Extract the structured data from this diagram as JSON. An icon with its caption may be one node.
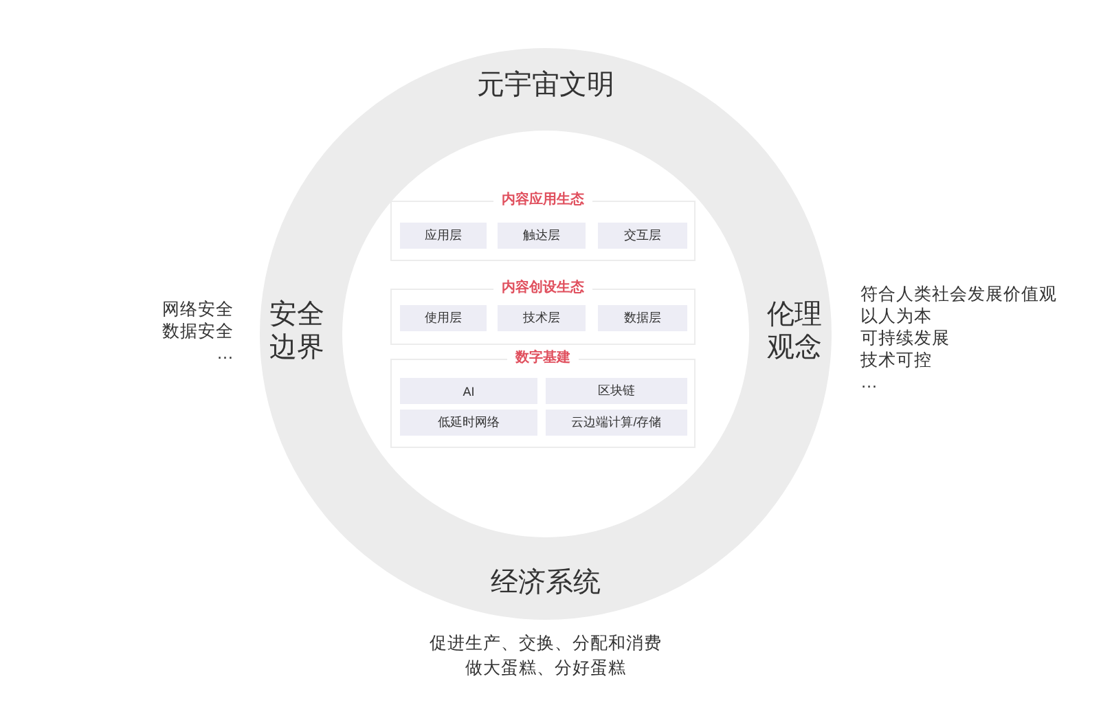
{
  "diagram": {
    "nodes": [
      {
        "text": [
          "元宇宙文明",
          "安全边界",
          "伦理观念",
          "经济系统"
        ]
      },
      {
        "text": [
          "内容应用生态"
        ],
        "in": 0
      },
      {
        "text": [
          "应用层"
        ],
        "in": 1
      },
      {
        "text": [
          "触达层"
        ],
        "in": 1
      },
      {
        "text": [
          "交互层"
        ],
        "in": 1
      },
      {
        "text": [
          "内容创设生态"
        ],
        "in": 0
      },
      {
        "text": [
          "使用层"
        ],
        "in": 5
      },
      {
        "text": [
          "技术层"
        ],
        "in": 5
      },
      {
        "text": [
          "数据层"
        ],
        "in": 5
      },
      {
        "text": [
          "数字基建"
        ],
        "in": 0
      },
      {
        "text": [
          "AI"
        ],
        "in": 9
      },
      {
        "text": [
          "区块链"
        ],
        "in": 9
      },
      {
        "text": [
          "低延时网络"
        ],
        "in": 9
      },
      {
        "text": [
          "云边端计算/存储"
        ],
        "in": 9
      }
    ],
    "edges": [],
    "labels": [
      "网络安全",
      "数据安全",
      "…",
      "符合人类社会发展价值观",
      "以人为本",
      "可持续发展",
      "技术可控",
      "…",
      "促进生产、交换、分配和消费",
      "做大蛋糕、分好蛋糕"
    ]
  }
}
